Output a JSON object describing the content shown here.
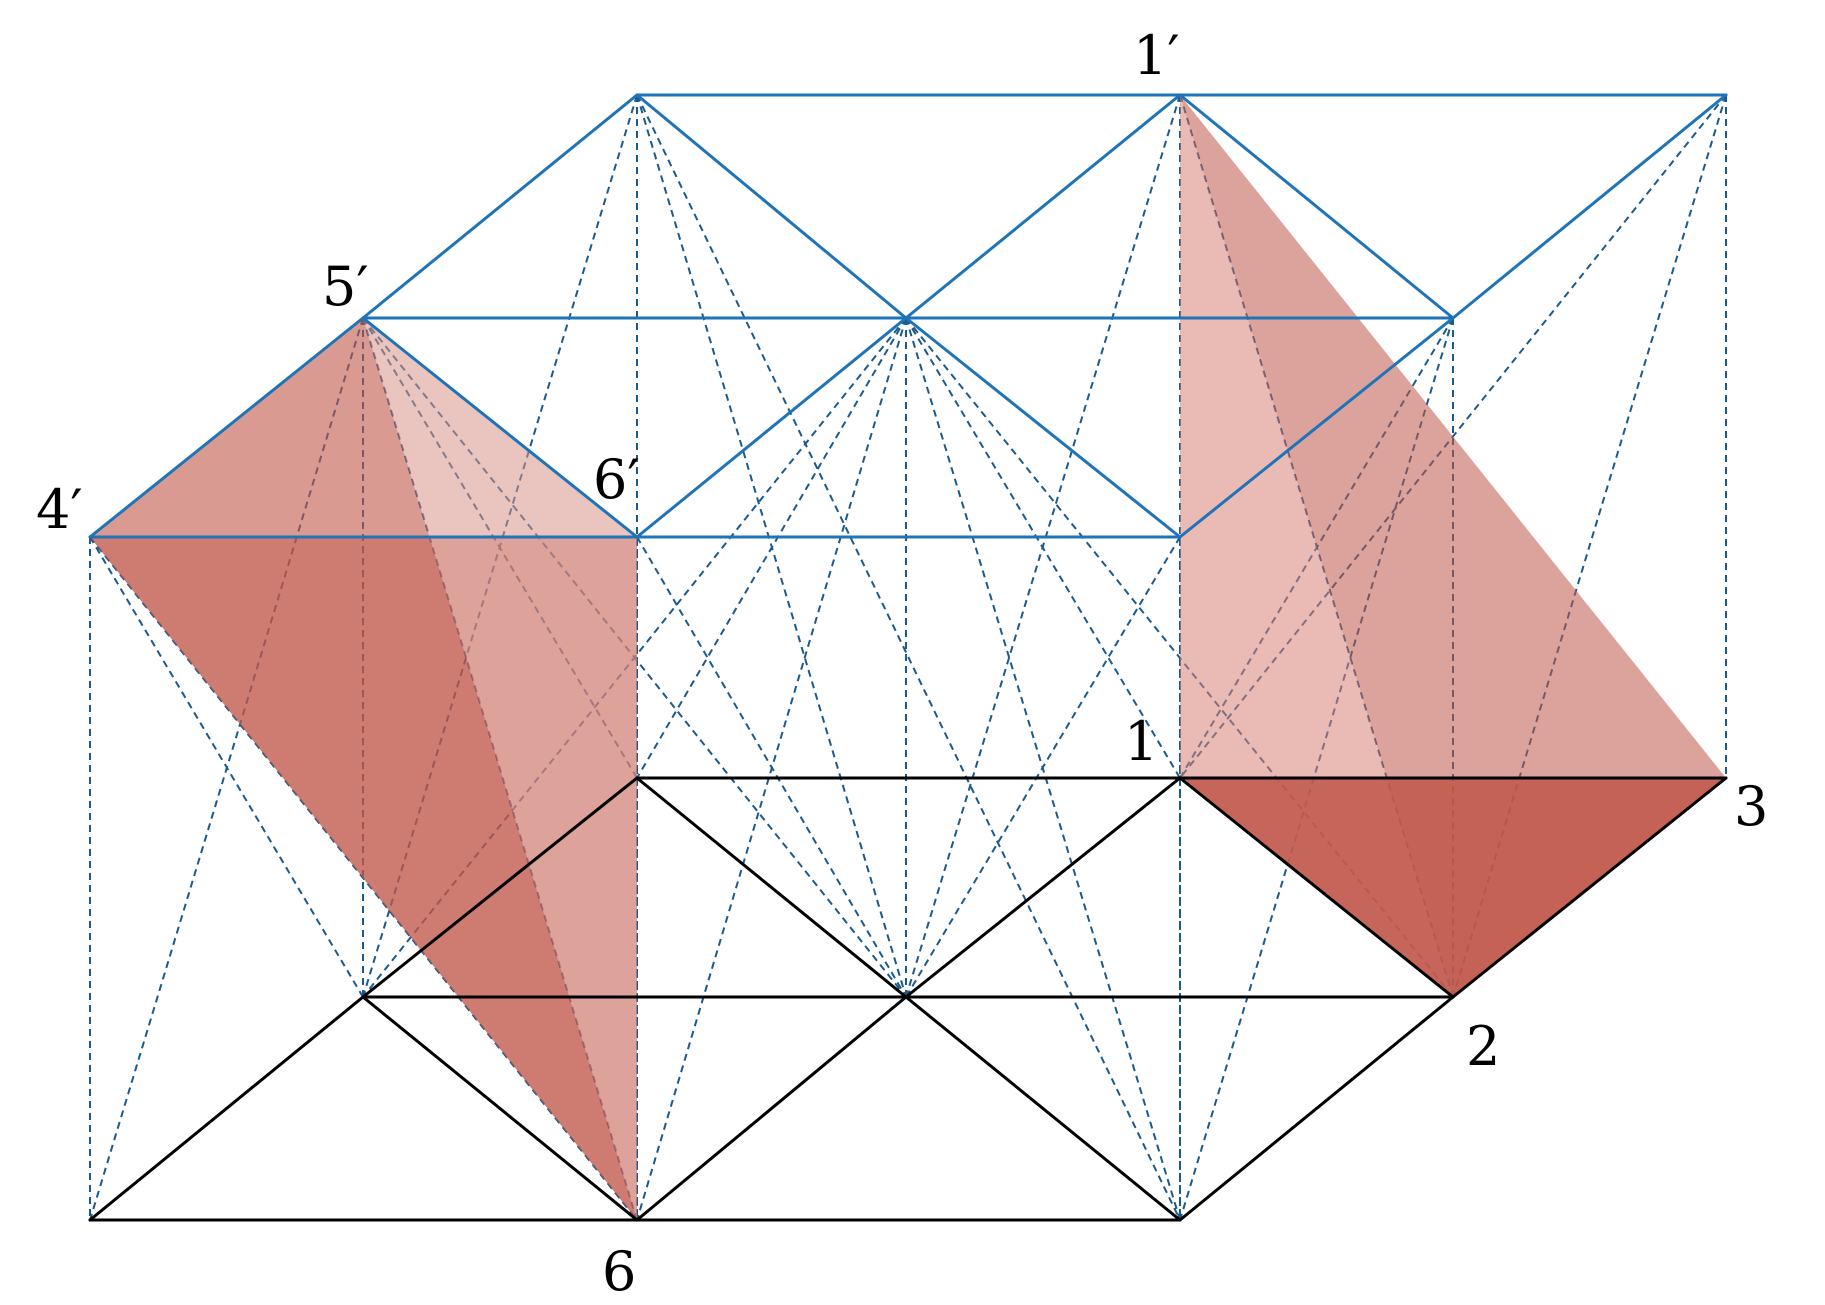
{
  "diagram": {
    "vertex_labels": {
      "v1": "1",
      "v2": "2",
      "v3": "3",
      "v6": "6",
      "v1p": "1′",
      "v4p": "4′",
      "v5p": "5′",
      "v6p": "6′"
    }
  },
  "colors": {
    "top_lattice": "#1f73b7",
    "bottom_lattice": "#000000",
    "vertical_dashed": "#1a5a8c",
    "prism_face_dark": "#c0574a",
    "prism_face_mid": "#c76b5f",
    "prism_face_light": "#e3a7a0"
  }
}
